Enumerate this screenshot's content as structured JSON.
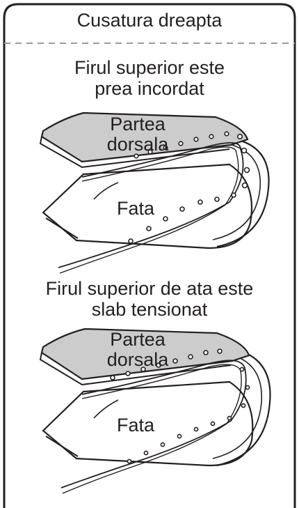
{
  "title": "Cusatura dreapta",
  "sections": [
    {
      "caption_lines": [
        "Firul superior este",
        "prea incordat"
      ],
      "back_label_lines": [
        "Partea",
        "dorsala"
      ],
      "face_label": "Fata"
    },
    {
      "caption_lines": [
        "Firul superior de ata este",
        "slab tensionat"
      ],
      "back_label_lines": [
        "Partea",
        "dorsala"
      ],
      "face_label": "Fata"
    }
  ],
  "colors": {
    "ink": "#231f20",
    "fabric_back": "#cccccc",
    "fabric_front": "#ffffff",
    "divider": "#9a9a9a"
  }
}
